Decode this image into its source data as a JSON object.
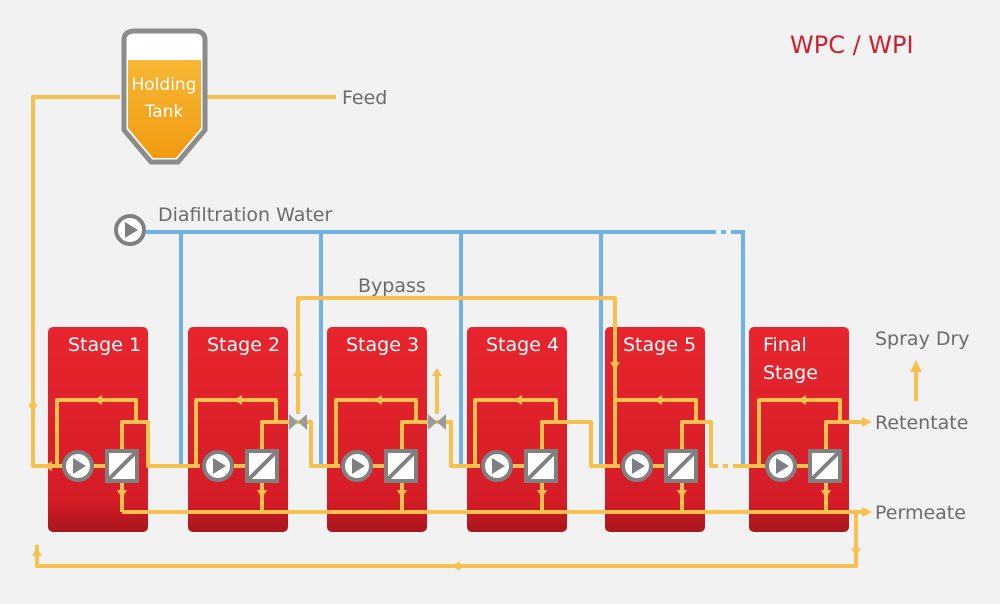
{
  "title": "WPC / WPI",
  "holding_tank": {
    "line1": "Holding",
    "line2": "Tank"
  },
  "labels": {
    "feed": "Feed",
    "diafiltration_water": "Diafiltration Water",
    "bypass": "Bypass",
    "spray_dry": "Spray Dry",
    "retentate": "Retentate",
    "permeate": "Permeate"
  },
  "stages": [
    {
      "line1": "Stage 1",
      "line2": ""
    },
    {
      "line1": "Stage 2",
      "line2": ""
    },
    {
      "line1": "Stage 3",
      "line2": ""
    },
    {
      "line1": "Stage 4",
      "line2": ""
    },
    {
      "line1": "Stage 5",
      "line2": ""
    },
    {
      "line1": "Final",
      "line2": "Stage"
    }
  ],
  "colors": {
    "stage_red": "#d91f2b",
    "pipe_yellow": "#f7c14f",
    "water_blue": "#6fb2e3",
    "title_red": "#cf1f2e",
    "tank_fill": "#f5a623",
    "tank_shell": "#8c8c8c"
  }
}
